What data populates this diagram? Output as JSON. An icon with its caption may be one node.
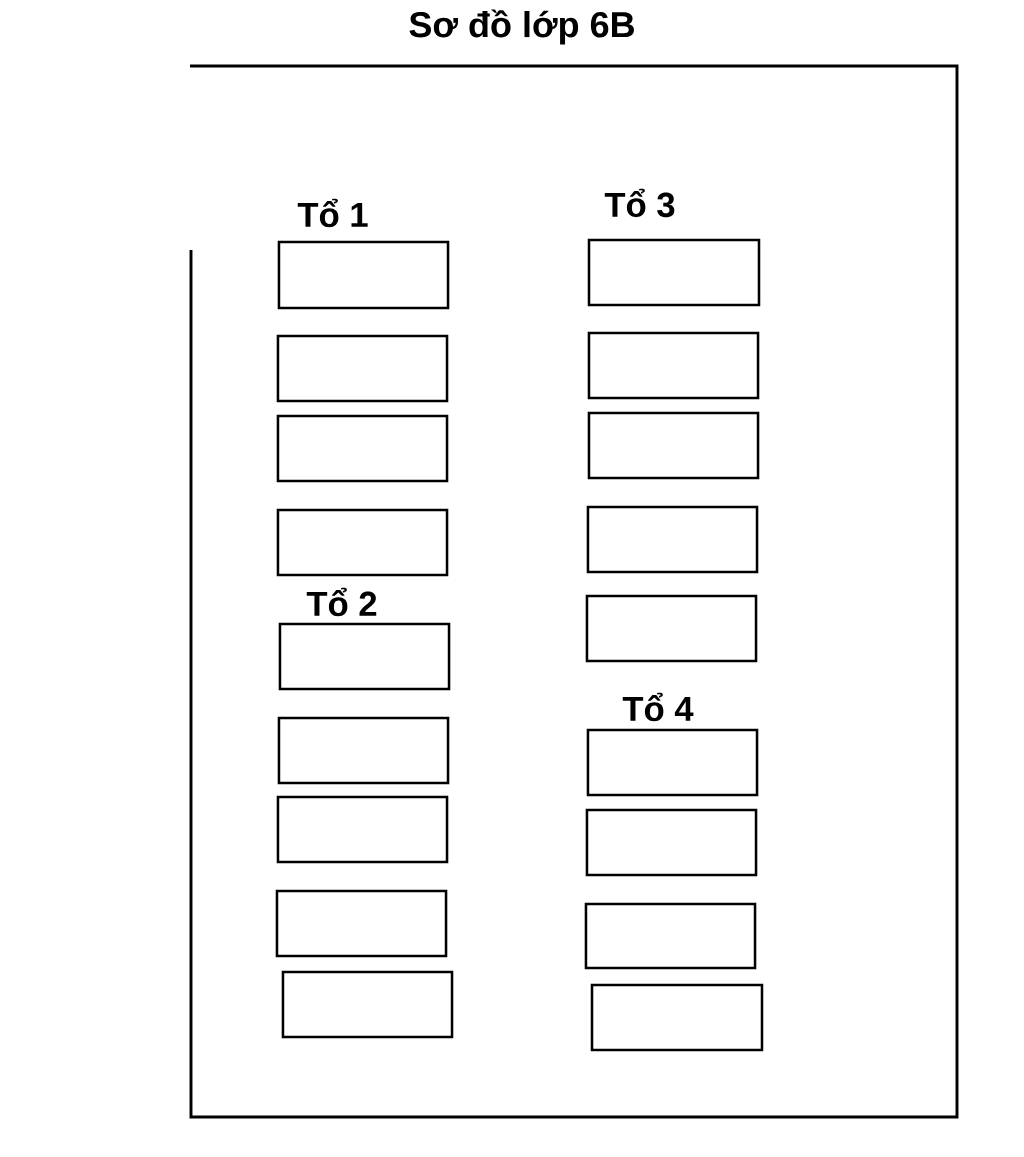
{
  "diagram": {
    "title": "Sơ đồ lớp 6B",
    "nodes": [
      {
        "text": [],
        "shape": "box"
      },
      {
        "text": [],
        "shape": "box"
      },
      {
        "text": [],
        "shape": "box"
      },
      {
        "text": [],
        "shape": "box"
      },
      {
        "text": [],
        "shape": "box"
      },
      {
        "text": [],
        "shape": "box"
      },
      {
        "text": [],
        "shape": "box"
      },
      {
        "text": [],
        "shape": "box"
      },
      {
        "text": [],
        "shape": "box"
      },
      {
        "text": [],
        "shape": "box"
      },
      {
        "text": [],
        "shape": "box"
      },
      {
        "text": [],
        "shape": "box"
      },
      {
        "text": [],
        "shape": "box"
      },
      {
        "text": [],
        "shape": "box"
      },
      {
        "text": [],
        "shape": "box"
      },
      {
        "text": [],
        "shape": "box"
      },
      {
        "text": [],
        "shape": "box"
      },
      {
        "text": [],
        "shape": "box"
      }
    ],
    "labels": [
      "Tổ 1",
      "Tổ 3",
      "Tổ 2",
      "Tổ 4"
    ]
  }
}
